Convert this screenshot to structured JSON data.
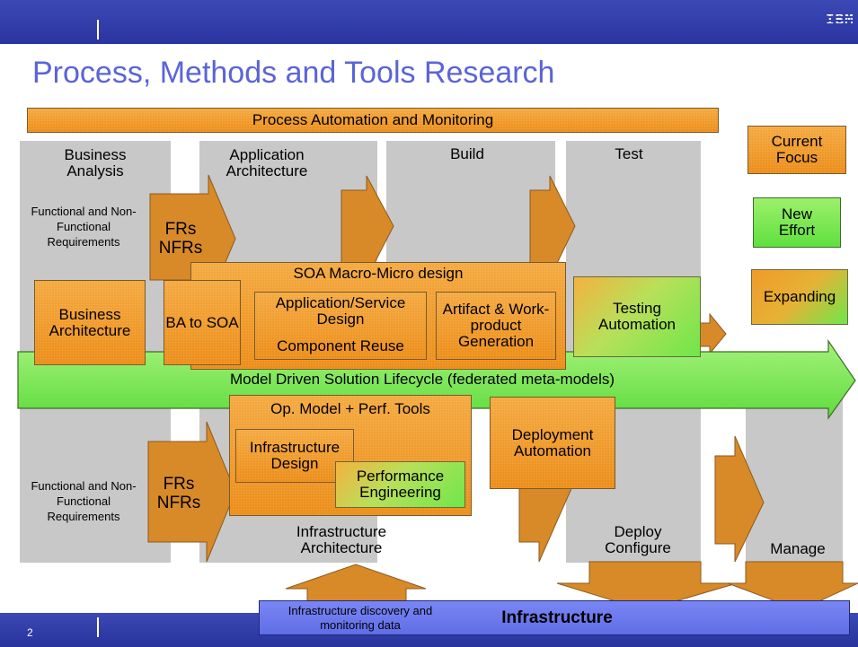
{
  "slide": {
    "title": "Process, Methods and Tools Research",
    "page_number": "2",
    "logo_text": "IBM"
  },
  "top_banner": "Process Automation and Monitoring",
  "phases_top": {
    "business_analysis": "Business Analysis",
    "application_architecture": "Application Architecture",
    "build": "Build",
    "test": "Test"
  },
  "phases_bottom": {
    "infrastructure_architecture": "Infrastructure Architecture",
    "deploy_configure": "Deploy Configure",
    "manage": "Manage"
  },
  "requirements_label_top": "Functional and Non-Functional Requirements",
  "requirements_label_bottom": "Functional and Non-Functional Requirements",
  "frs_nfrs_top": "FRs NFRs",
  "frs_nfrs_bottom": "FRs NFRs",
  "boxes": {
    "soa_macro_micro": "SOA Macro-Micro design",
    "business_architecture": "Business Architecture",
    "ba_to_soa": "BA to SOA",
    "app_service_design": "Application/Service Design",
    "component_reuse": "Component Reuse",
    "artifact_generation": "Artifact & Work-product Generation",
    "testing_automation": "Testing Automation",
    "model_driven": "Model Driven Solution Lifecycle (federated meta-models)",
    "op_model": "Op. Model + Perf. Tools",
    "infrastructure_design": "Infrastructure Design",
    "performance_engineering": "Performance Engineering",
    "deployment_automation": "Deployment Automation"
  },
  "legend": {
    "current_focus": "Current Focus",
    "new_effort": "New Effort",
    "expanding": "Expanding"
  },
  "bottom": {
    "infra_discovery": "Infrastructure discovery and monitoring data",
    "infrastructure": "Infrastructure"
  },
  "colors": {
    "header_blue": "#3c49b4",
    "title_blue": "#5b64d8",
    "phase_gray": "#c8c8c8",
    "focus_orange": "#f09a2a",
    "arrow_orange": "#d88a28",
    "new_green": "#6fe64a",
    "infra_blue": "#6f7cf0"
  }
}
